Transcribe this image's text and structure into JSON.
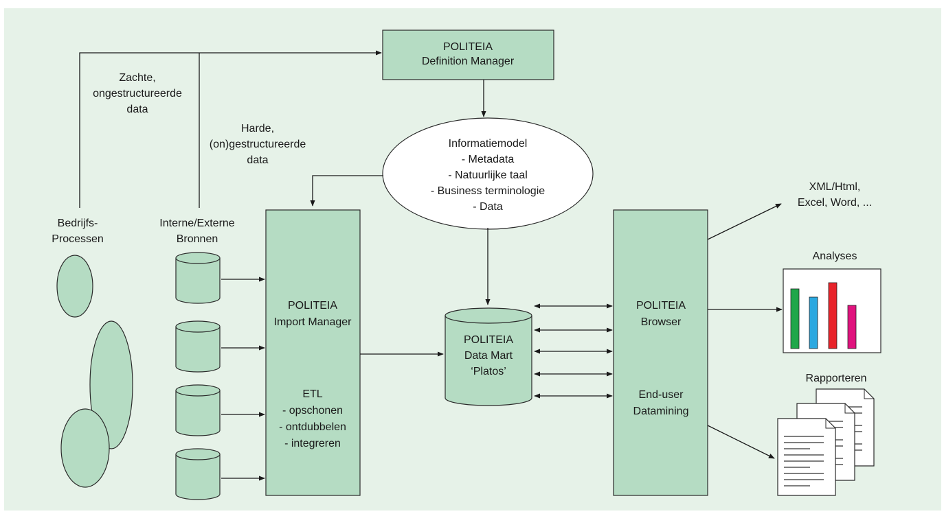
{
  "colors": {
    "background": "#e6f2e8",
    "box_fill": "#b5dcc3",
    "bar_green": "#1fa74a",
    "bar_blue": "#2aa8e0",
    "bar_red": "#e8232a",
    "bar_magenta": "#e0137e"
  },
  "definition_manager": [
    "POLITEIA",
    "Definition Manager"
  ],
  "soft_data": [
    "Zachte,",
    "ongestructureerde",
    "data"
  ],
  "hard_data": [
    "Harde,",
    "(on)gestructureerde",
    "data"
  ],
  "info_model": [
    "Informatiemodel",
    "- Metadata",
    "- Natuurlijke taal",
    "- Business terminologie",
    "- Data"
  ],
  "business_processes": [
    "Bedrijfs-",
    "Processen"
  ],
  "sources": [
    "Interne/Externe",
    "Bronnen"
  ],
  "import_manager": [
    "POLITEIA",
    "Import Manager"
  ],
  "etl": [
    "ETL",
    "- opschonen",
    "- ontdubbelen",
    "- integreren"
  ],
  "data_mart": [
    "POLITEIA",
    "Data Mart",
    "‘Platos’"
  ],
  "browser": [
    "POLITEIA",
    "Browser"
  ],
  "datamining": [
    "End-user",
    "Datamining"
  ],
  "formats": [
    "XML/Html,",
    "Excel, Word, ..."
  ],
  "analyses_label": "Analyses",
  "reports_label": "Rapporteren",
  "icons": [
    "database-icon",
    "bar-chart-icon",
    "document-stack-icon"
  ]
}
